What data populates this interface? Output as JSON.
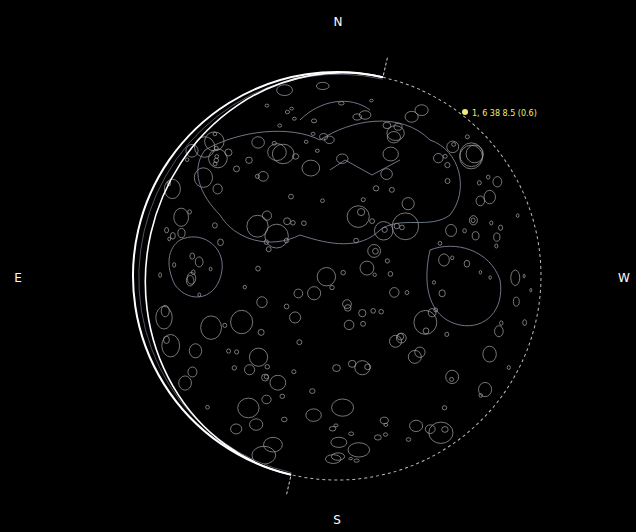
{
  "diagram": {
    "labels": [
      "N",
      "S",
      "E",
      "W",
      "1, 6 38 8.5 (0.6)"
    ]
  }
}
